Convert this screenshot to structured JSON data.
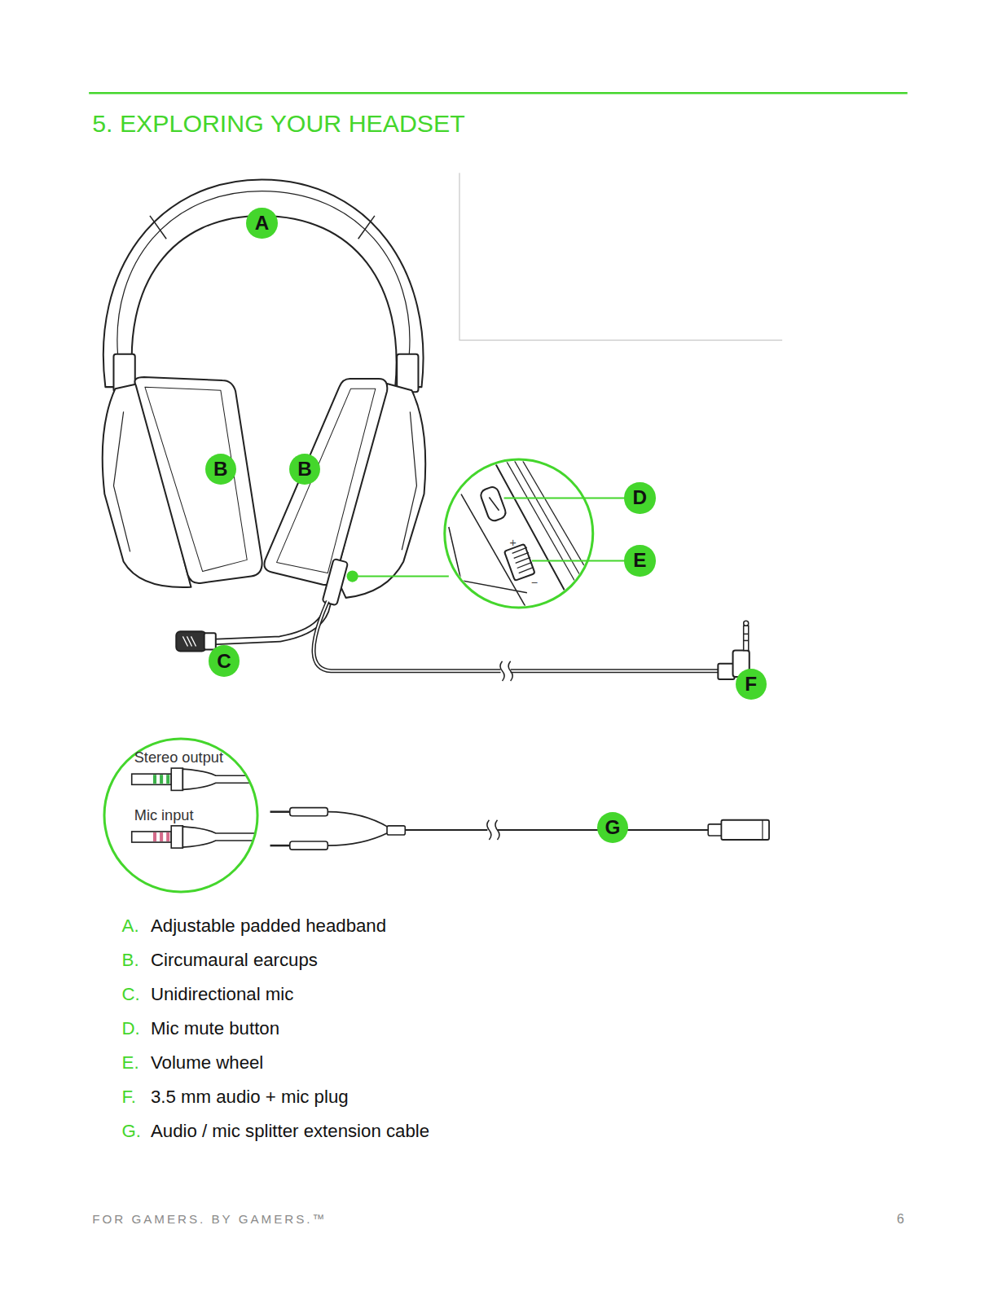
{
  "diagram": {
    "title": "5. EXPLORING YOUR HEADSET",
    "nodes": [
      {
        "text": [
          "A"
        ]
      },
      {
        "text": [
          "B"
        ]
      },
      {
        "text": [
          "B"
        ]
      },
      {
        "text": [
          "D"
        ]
      },
      {
        "text": [
          "E"
        ]
      },
      {
        "text": [
          "C"
        ]
      },
      {
        "text": [
          "F"
        ]
      },
      {
        "text": [
          "Stereo output",
          "Mic input"
        ]
      },
      {
        "text": [
          "G"
        ]
      }
    ],
    "labels": [
      "+",
      "−",
      "A.",
      "Adjustable padded headband",
      "B.",
      "Circumaural earcups",
      "C.",
      "Unidirectional mic",
      "D.",
      "Mic mute button",
      "E.",
      "Volume wheel",
      "F.",
      "3.5 mm audio + mic plug",
      "G.",
      "Audio / mic splitter extension cable",
      "FOR GAMERS. BY GAMERS.™",
      "6"
    ]
  }
}
